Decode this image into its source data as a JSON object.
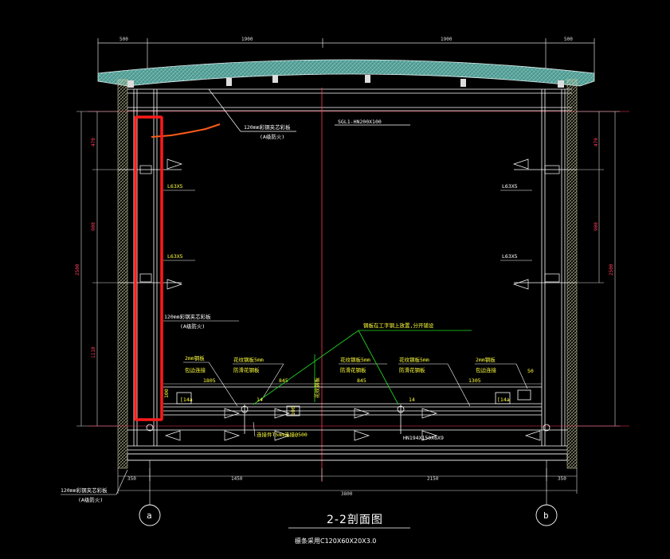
{
  "top_dimensions": [
    "500",
    "1900",
    "1900",
    "500"
  ],
  "bottom_dimensions": [
    "350",
    "1450",
    "2150",
    "350"
  ],
  "bottom_total": "3800",
  "left_height_total": "2500",
  "left_height_parts": [
    "470",
    "900",
    "1110"
  ],
  "right_height_total": "2500",
  "right_height_parts": [
    "470",
    "900"
  ],
  "labels": {
    "beam": "SGL1-HN200X100",
    "roof_panel": "120mm彩钢夹芯彩板",
    "roof_panel_note": "(A级防火)",
    "wall_panel": "120mm彩钢夹芯彩板",
    "wall_panel_note": "(A级防火)",
    "bottom_panel": "120mm彩钢夹芯彩板",
    "bottom_panel_note": "(A级防火)",
    "angle_1": "L63X5",
    "angle_2": "L63X5",
    "angle_3": "L63X5",
    "angle_4": "L63X5",
    "left_plate_a": "2mm钢板",
    "left_plate_b": "包边连接",
    "pattern_1a": "花纹钢板5mm",
    "pattern_1b": "防滑花钢板",
    "pattern_2a": "花纹钢板5mm",
    "pattern_2b": "防滑花钢板",
    "pattern_3a": "花纹钢板5mm",
    "pattern_3b": "防滑花钢板",
    "right_plate_a": "2mm钢板",
    "right_plate_b": "包边连接",
    "green_note": "钢板在工字钢上放置,分开铺设",
    "green_vertical": "花纹钢板",
    "bolt_note": "连接件T5mm连接@500",
    "hn_beam": "HN194X150X6X9",
    "span_1": "1805",
    "span_2": "845",
    "span_3": "845",
    "span_4": "1305",
    "pos_50": "50",
    "weld_left": "14",
    "weld_right": "14",
    "channel_left": "[14a",
    "channel_right": "[14a",
    "small_left": "100",
    "small_mid": "100",
    "grid_a": "a",
    "grid_b": "b"
  },
  "title": "2-2剖面图",
  "subtitle": "檩条采用C120X60X20X3.0",
  "colors": {
    "background": "#000000",
    "dimension": "#dcdcdc",
    "structure": "#ffffff",
    "roof_fill": "#5fa8a0",
    "wall_hatch": "#c8c8a0",
    "red_axis": "#ff3c5a",
    "highlight": "#ff1a1a",
    "yellow_text": "#ffff3c",
    "green_leader": "#22dd22"
  }
}
